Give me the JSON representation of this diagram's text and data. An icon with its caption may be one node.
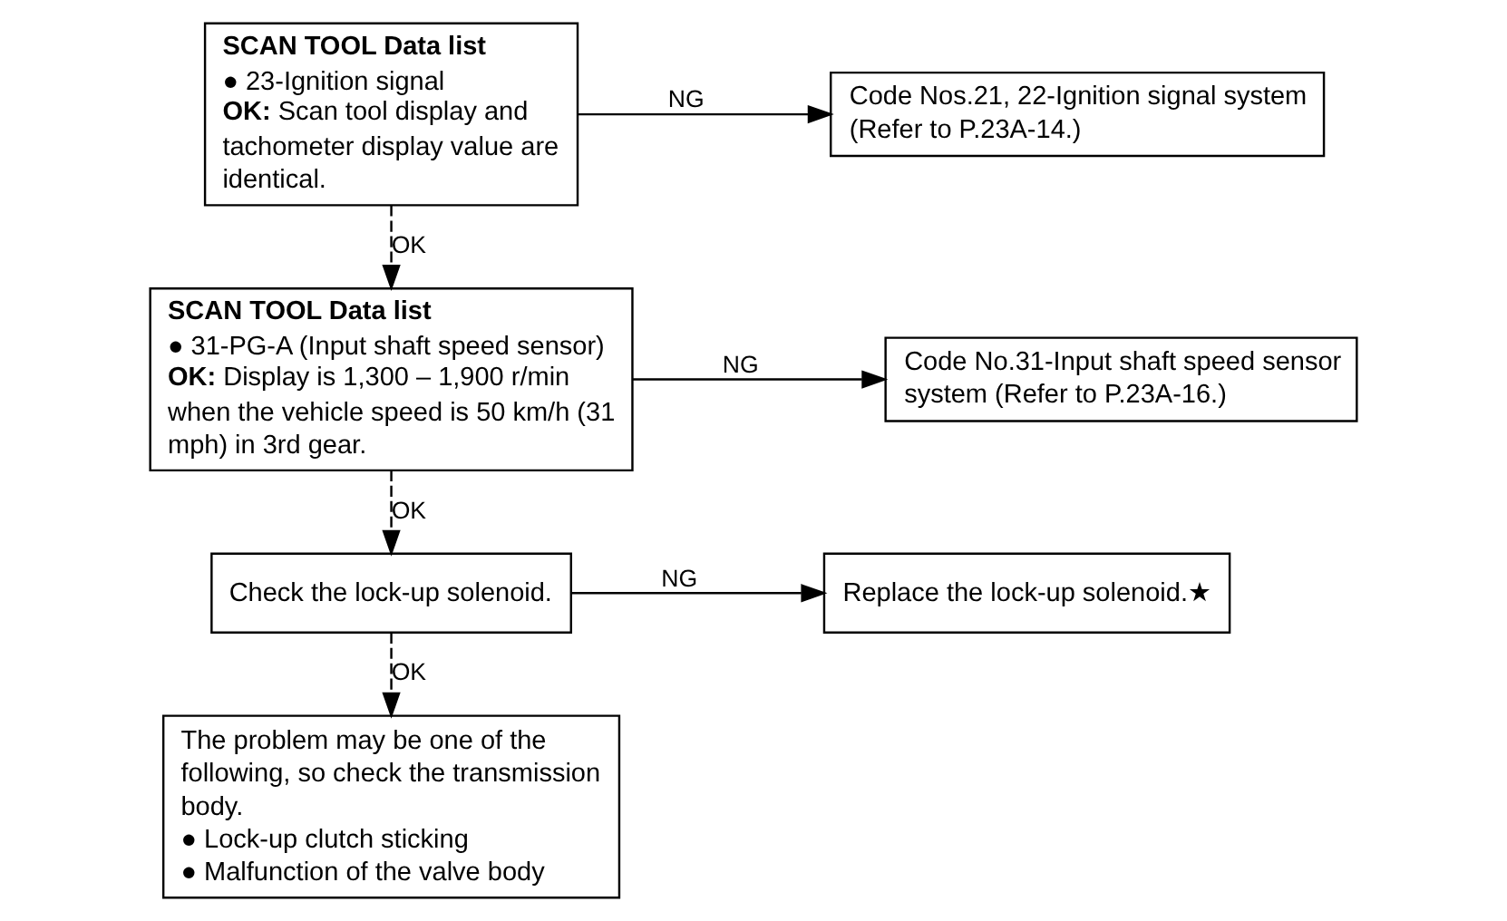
{
  "diagram": {
    "nodes": [
      {
        "text": [
          "SCAN TOOL Data list",
          "● 23-Ignition signal",
          "**OK:** Scan tool display and tachometer display value are identical."
        ]
      },
      {
        "text": [
          "Code Nos.21, 22-Ignition signal system (Refer to P.23A-14.)"
        ]
      },
      {
        "text": [
          "SCAN TOOL Data list",
          "● 31-PG-A (Input shaft speed sensor)",
          "**OK:** Display is 1,300 – 1,900 r/min when the vehicle speed is 50 km/h (31 mph) in 3rd gear."
        ]
      },
      {
        "text": [
          "Code No.31-Input shaft speed sensor system (Refer to P.23A-16.)"
        ]
      },
      {
        "text": [
          "Check the lock-up solenoid."
        ]
      },
      {
        "text": [
          "Replace the lock-up solenoid.★"
        ]
      },
      {
        "text": [
          "The problem may be one of the following, so check the transmission body.",
          "● Lock-up clutch sticking",
          "● Malfunction of the valve body"
        ]
      }
    ],
    "edges": [
      {
        "from": 0,
        "to": 1,
        "arrow": "to",
        "label": "NG"
      },
      {
        "from": 0,
        "to": 2,
        "arrow": "to",
        "label": "OK",
        "style": "dashed"
      },
      {
        "from": 2,
        "to": 3,
        "arrow": "to",
        "label": "NG"
      },
      {
        "from": 2,
        "to": 4,
        "arrow": "to",
        "label": "OK",
        "style": "dashed"
      },
      {
        "from": 4,
        "to": 5,
        "arrow": "to",
        "label": "NG"
      },
      {
        "from": 4,
        "to": 6,
        "arrow": "to",
        "label": "OK",
        "style": "dashed"
      }
    ]
  }
}
